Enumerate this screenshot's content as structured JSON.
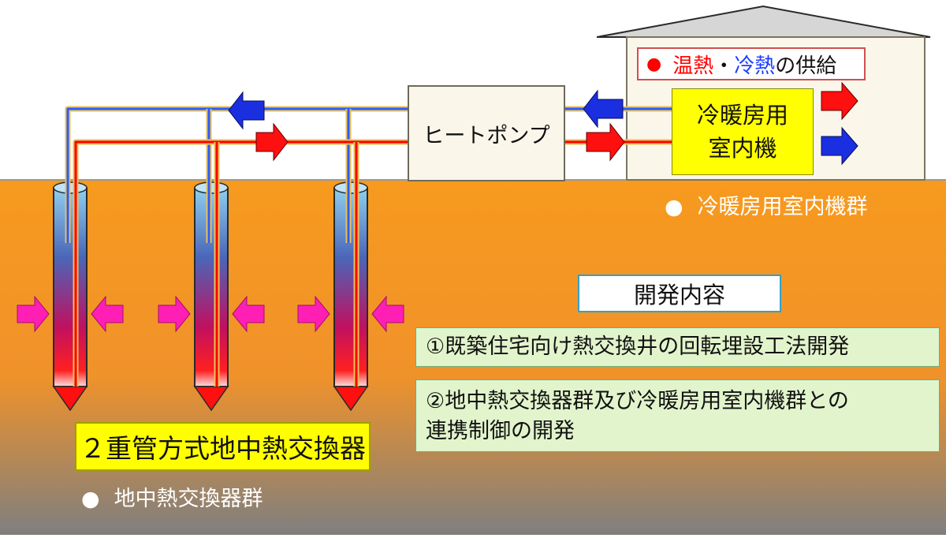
{
  "diagram": {
    "heat_pump_label": "ヒートポンプ",
    "indoor_unit_label": "冷暖房用\n室内機",
    "supply": {
      "bullet": "●",
      "hot": "温熱",
      "separator": "・",
      "cold": "冷熱",
      "suffix": "の供給"
    },
    "indoor_group_label": "冷暖房用室内機群",
    "development": {
      "heading": "開発内容",
      "items": [
        "①既築住宅向け熱交換井の回転埋設工法開発",
        "②地中熱交換器群及び冷暖房用室内機群との\n連携制御の開発"
      ]
    },
    "exchanger_label": "２重管方式地中熱交換器",
    "exchanger_group_label": "地中熱交換器群",
    "bullet_symbol": "●",
    "colors": {
      "ground_top": "#f79a1e",
      "ground_bottom": "#7f7f7f",
      "hot_pipe": "#ff0000",
      "cold_pipe": "#2a5cff",
      "inflow_arrow": "#ff1fb5",
      "label_yellow": "#ffff00",
      "item_green": "#e2f4cc"
    }
  }
}
